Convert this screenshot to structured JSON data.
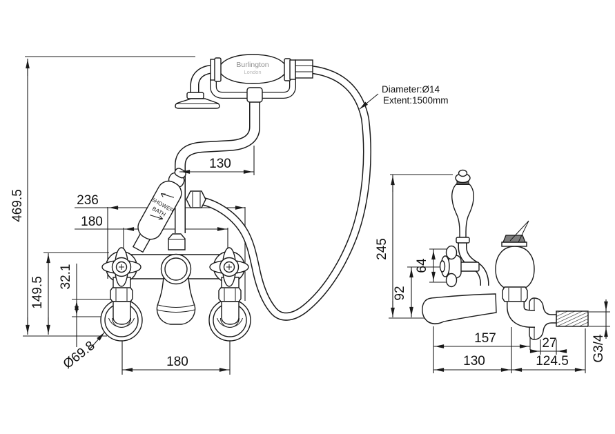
{
  "drawing_title": "bath-shower-mixer-technical-drawing",
  "brand": {
    "name": "Burlington",
    "city": "London"
  },
  "lever": {
    "line1": "SHOWER",
    "line2": "BATH"
  },
  "hose_note": {
    "line1": "Diameter:Ø14",
    "line2": "Extent:1500mm"
  },
  "front_view": {
    "overall_height": "469.5",
    "overall_width": "236",
    "handle_centres": "180",
    "hose_offset": "130",
    "body_height": "149.5",
    "union_offset": "32.1",
    "flange_diameter": "Ø69.8",
    "union_centres": "180"
  },
  "side_view": {
    "overall_height": "245",
    "handle_height": "64",
    "spout_drop": "92",
    "spout_reach": "157",
    "flange_depth": "27",
    "spout_projection": "130",
    "wall_projection": "124.5",
    "thread_size": "G3/4"
  },
  "colors": {
    "line": "#1a1a1a",
    "background": "#ffffff",
    "brand_text": "#8f8f8f",
    "knob_fill": "#7d7d7d"
  }
}
